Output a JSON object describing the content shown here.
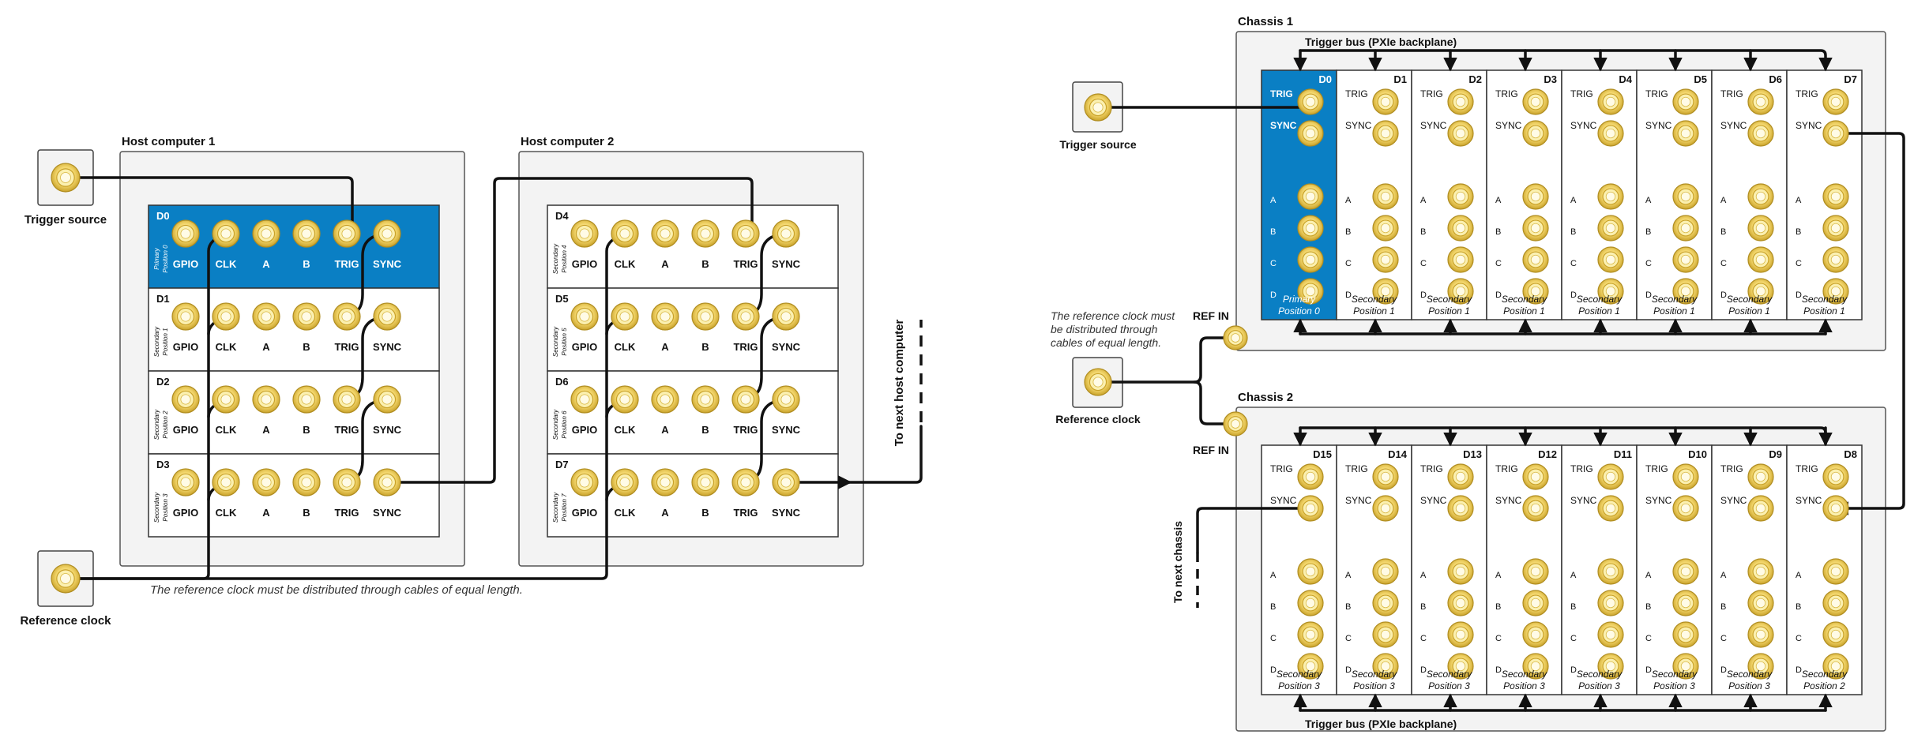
{
  "left": {
    "trigger_source": "Trigger source",
    "reference_clock": "Reference clock",
    "note": "The reference clock must be distributed through cables of equal length.",
    "next": "To next host computer",
    "connector_labels": [
      "GPIO",
      "CLK",
      "A",
      "B",
      "TRIG",
      "SYNC"
    ],
    "hosts": [
      {
        "title": "Host computer 1",
        "devices": [
          {
            "id": "D0",
            "role": "Primary",
            "position": "Position 0"
          },
          {
            "id": "D1",
            "role": "Secondary",
            "position": "Position 1"
          },
          {
            "id": "D2",
            "role": "Secondary",
            "position": "Position 2"
          },
          {
            "id": "D3",
            "role": "Secondary",
            "position": "Position 3"
          }
        ]
      },
      {
        "title": "Host computer 2",
        "devices": [
          {
            "id": "D4",
            "role": "Secondary",
            "position": "Position 4"
          },
          {
            "id": "D5",
            "role": "Secondary",
            "position": "Position 5"
          },
          {
            "id": "D6",
            "role": "Secondary",
            "position": "Position 6"
          },
          {
            "id": "D7",
            "role": "Secondary",
            "position": "Position 7"
          }
        ]
      }
    ]
  },
  "right": {
    "trigger_source": "Trigger source",
    "reference_clock": "Reference clock",
    "note_lines": [
      "The reference clock must",
      "be distributed through",
      "cables of equal length."
    ],
    "ref_in": "REF IN",
    "next": "To next chassis",
    "bus_label": "Trigger bus (PXIe backplane)",
    "port_labels": [
      "TRIG",
      "SYNC",
      "A",
      "B",
      "C",
      "D"
    ],
    "chassis": [
      {
        "title": "Chassis 1",
        "modules": [
          {
            "id": "D0",
            "role": "Primary",
            "position": "Position 0"
          },
          {
            "id": "D1",
            "role": "Secondary",
            "position": "Position 1"
          },
          {
            "id": "D2",
            "role": "Secondary",
            "position": "Position 1"
          },
          {
            "id": "D3",
            "role": "Secondary",
            "position": "Position 1"
          },
          {
            "id": "D4",
            "role": "Secondary",
            "position": "Position 1"
          },
          {
            "id": "D5",
            "role": "Secondary",
            "position": "Position 1"
          },
          {
            "id": "D6",
            "role": "Secondary",
            "position": "Position 1"
          },
          {
            "id": "D7",
            "role": "Secondary",
            "position": "Position 1"
          }
        ]
      },
      {
        "title": "Chassis 2",
        "modules": [
          {
            "id": "D15",
            "role": "Secondary",
            "position": "Position 3"
          },
          {
            "id": "D14",
            "role": "Secondary",
            "position": "Position 3"
          },
          {
            "id": "D13",
            "role": "Secondary",
            "position": "Position 3"
          },
          {
            "id": "D12",
            "role": "Secondary",
            "position": "Position 3"
          },
          {
            "id": "D11",
            "role": "Secondary",
            "position": "Position 3"
          },
          {
            "id": "D10",
            "role": "Secondary",
            "position": "Position 3"
          },
          {
            "id": "D9",
            "role": "Secondary",
            "position": "Position 3"
          },
          {
            "id": "D8",
            "role": "Secondary",
            "position": "Position 2"
          }
        ]
      }
    ]
  },
  "colors": {
    "primary": "#0a7fc4",
    "connector_ring": "#d4b034",
    "connector_fill": "#fbf0b0",
    "panel_bg": "#f3f3f3",
    "wire": "#111111"
  }
}
